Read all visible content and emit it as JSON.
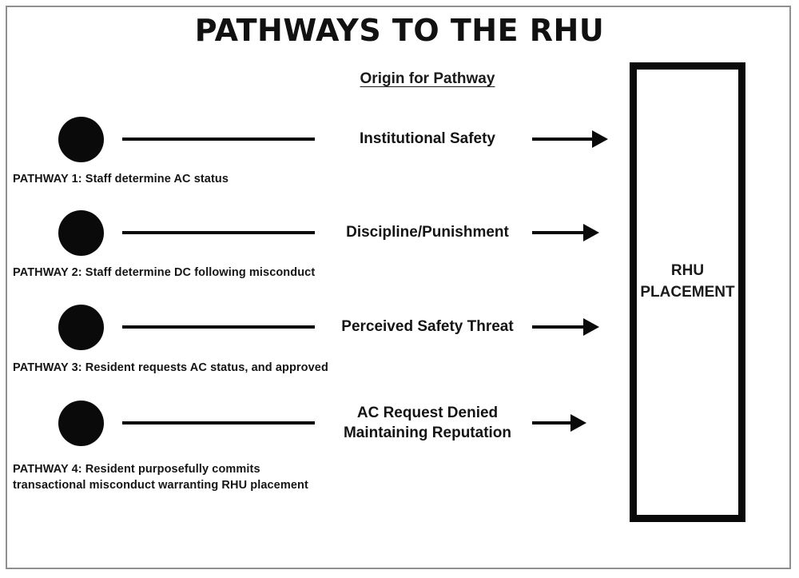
{
  "slide": {
    "title": "PATHWAYS TO THE RHU",
    "column_heading": "Origin for Pathway",
    "colors": {
      "ink": "#0a0a0a",
      "frame": "#8f8f8f",
      "background": "#ffffff"
    }
  },
  "destination": {
    "line1": "RHU",
    "line2": "PLACEMENT"
  },
  "pathways": [
    {
      "id": "pathway-1",
      "origin": "Institutional Safety",
      "origin_line2": "",
      "label": "PATHWAY 1: Staff determine AC status",
      "label_line2": ""
    },
    {
      "id": "pathway-2",
      "origin": "Discipline/Punishment",
      "origin_line2": "",
      "label": "PATHWAY 2: Staff determine DC following misconduct",
      "label_line2": ""
    },
    {
      "id": "pathway-3",
      "origin": "Perceived Safety Threat",
      "origin_line2": "",
      "label": "PATHWAY 3: Resident requests AC status, and approved",
      "label_line2": ""
    },
    {
      "id": "pathway-4",
      "origin": "AC Request Denied",
      "origin_line2": "Maintaining Reputation",
      "label": "PATHWAY 4: Resident purposefully commits",
      "label_line2": "transactional misconduct warranting RHU placement"
    }
  ]
}
